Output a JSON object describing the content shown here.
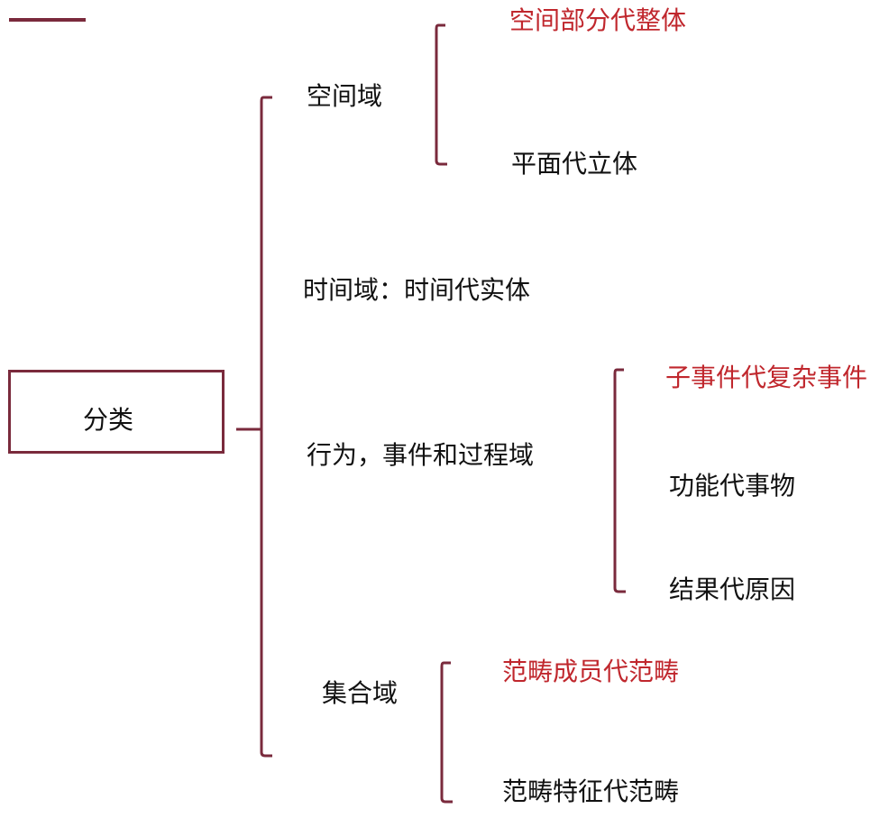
{
  "root": {
    "label": "分类"
  },
  "branches": {
    "space": {
      "label": "空间域",
      "children": [
        "空间部分代整体",
        "平面代立体"
      ]
    },
    "time": {
      "label": "时间域：时间代实体"
    },
    "event": {
      "label": "行为，事件和过程域",
      "children": [
        "子事件代复杂事件",
        "功能代事物",
        "结果代原因"
      ]
    },
    "set": {
      "label": "集合域",
      "children": [
        "范畴成员代范畴",
        "范畴特征代范畴"
      ]
    }
  },
  "colors": {
    "bracket": "#7a2a3c",
    "highlight_text": "#c0272d",
    "normal_text": "#111111"
  }
}
